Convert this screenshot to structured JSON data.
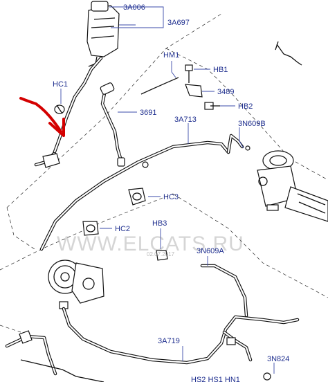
{
  "callouts": {
    "c_3A006": "3A006",
    "c_3A697": "3A697",
    "c_HM1": "HM1",
    "c_HB1": "HB1",
    "c_HC1": "HC1",
    "c_3489": "3489",
    "c_HB2": "HB2",
    "c_3691": "3691",
    "c_3A713": "3A713",
    "c_3N609B": "3N609B",
    "c_HC3": "HC3",
    "c_HC2": "HC2",
    "c_HB3": "HB3",
    "c_3N609A": "3N609A",
    "c_3A719": "3A719",
    "c_3N824": "3N824",
    "c_bottom": "HS2 HS1 HN1"
  },
  "watermark": {
    "text": "WWW.ELCATS.RU",
    "sub": "02.07.2017"
  },
  "colors": {
    "callout": "#1f2f8f",
    "arrow": "#d40000",
    "line": "#111111"
  }
}
